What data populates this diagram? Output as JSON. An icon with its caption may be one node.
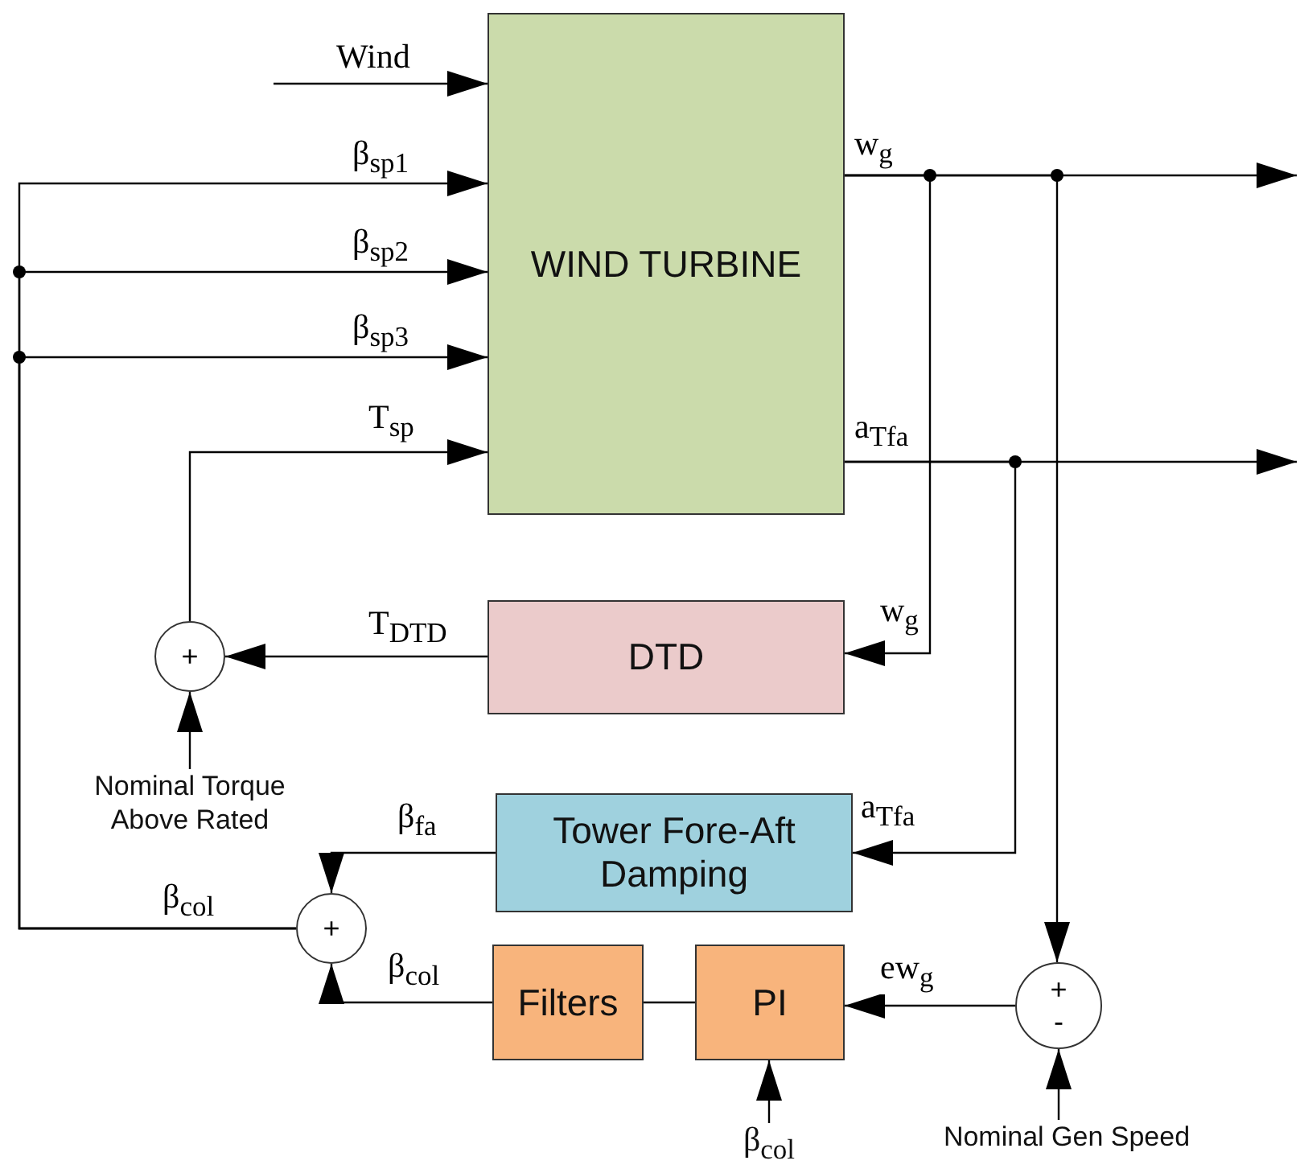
{
  "diagram": {
    "nodes": [
      {
        "text": [
          "WIND TURBINE"
        ]
      },
      {
        "text": [
          "DTD"
        ]
      },
      {
        "text": [
          "+"
        ]
      },
      {
        "text": [
          "Nominal Torque Above Rated"
        ]
      },
      {
        "text": [
          "Tower Fore-Aft Damping"
        ]
      },
      {
        "text": [
          "+"
        ]
      },
      {
        "text": [
          "Filters"
        ]
      },
      {
        "text": [
          "PI"
        ]
      },
      {
        "text": [
          "+",
          "-"
        ]
      },
      {
        "text": [
          "Nominal Gen Speed"
        ]
      },
      {
        "text": [
          "β$_{col}$"
        ]
      }
    ],
    "edges": [
      {
        "from": null,
        "to": 0,
        "arrow": "to",
        "label": "Wind"
      },
      {
        "from": 5,
        "to": 0,
        "arrow": "to",
        "label": "β$_{sp1}$"
      },
      {
        "from": 5,
        "to": 0,
        "arrow": "to",
        "label": "β$_{sp2}$"
      },
      {
        "from": 5,
        "to": 0,
        "arrow": "to",
        "label": "β$_{sp3}$"
      },
      {
        "from": 2,
        "to": 0,
        "arrow": "to",
        "label": "T$_{sp}$"
      },
      {
        "from": 0,
        "to": null,
        "arrow": "to",
        "label": "w$_{g}$"
      },
      {
        "from": 0,
        "to": 1,
        "arrow": "to",
        "label": "w$_{g}$"
      },
      {
        "from": 0,
        "to": 8,
        "arrow": "to"
      },
      {
        "from": 0,
        "to": null,
        "arrow": "to",
        "label": "a$_{Tfa}$"
      },
      {
        "from": 0,
        "to": 4,
        "arrow": "to",
        "label": "a$_{Tfa}$"
      },
      {
        "from": 1,
        "to": 2,
        "arrow": "to",
        "label": "T$_{DTD}$"
      },
      {
        "from": 3,
        "to": 2,
        "arrow": "to"
      },
      {
        "from": 4,
        "to": 5,
        "arrow": "to",
        "label": "β$_{fa}$"
      },
      {
        "from": 6,
        "to": 5,
        "arrow": "to",
        "label": "β$_{col}$"
      },
      {
        "from": 7,
        "to": 6,
        "arrow": "none"
      },
      {
        "from": 8,
        "to": 7,
        "arrow": "to",
        "label": "ew$_{g}$"
      },
      {
        "from": 9,
        "to": 8,
        "arrow": "to"
      },
      {
        "from": 10,
        "to": 7,
        "arrow": "to"
      }
    ],
    "labels": [
      "β$_{col}$"
    ]
  }
}
